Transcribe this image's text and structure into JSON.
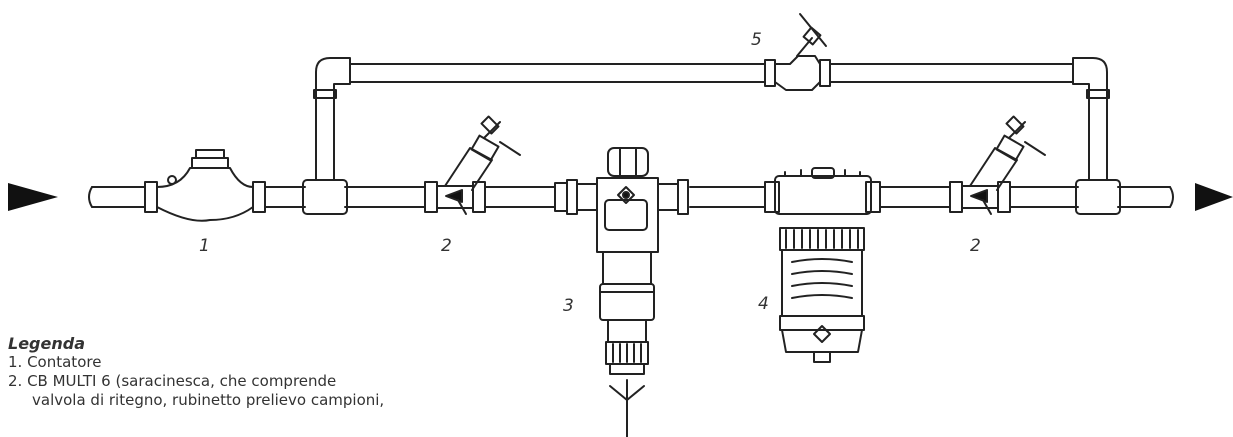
{
  "labels": {
    "meter": "1",
    "valve_left": "2",
    "filter_a": "3",
    "filter_b": "4",
    "valve_right": "2",
    "bypass_valve": "5"
  },
  "legend": {
    "title": "Legenda",
    "items": [
      "1. Contatore",
      "2. CB MULTI 6 (saracinesca, che comprende",
      "valvola di ritegno, rubinetto prelievo campioni,"
    ]
  }
}
